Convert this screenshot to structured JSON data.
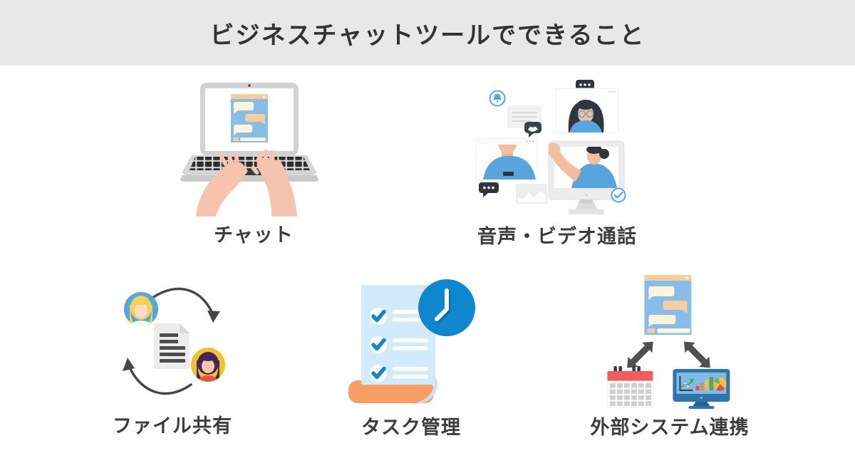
{
  "header": {
    "title": "ビジネスチャットツールでできること"
  },
  "features": [
    {
      "label": "チャット",
      "icon": "laptop-chat-illustration"
    },
    {
      "label": "音声・ビデオ通話",
      "icon": "video-call-illustration"
    },
    {
      "label": "ファイル共有",
      "icon": "file-sharing-illustration"
    },
    {
      "label": "タスク管理",
      "icon": "task-management-illustration"
    },
    {
      "label": "外部システム連携",
      "icon": "external-integration-illustration"
    }
  ],
  "palette": {
    "header_background": "#e8e8e8",
    "title_text": "#333333",
    "label_text": "#3d3d3d",
    "blue_primary": "#58a5dd",
    "blue_window": "#87bde7",
    "blue_clock": "#0e87ce",
    "blue_monitor_dark": "#2f73aa",
    "orange_bubble": "#f6cd9c",
    "cream_bubble": "#fdf4dc",
    "orange_deep": "#f89f63",
    "skin": "#f6c3ac",
    "gray_dark": "#4a4a4a",
    "calendar_red": "#f05b5e",
    "avatar_yellow": "#efc32f"
  }
}
